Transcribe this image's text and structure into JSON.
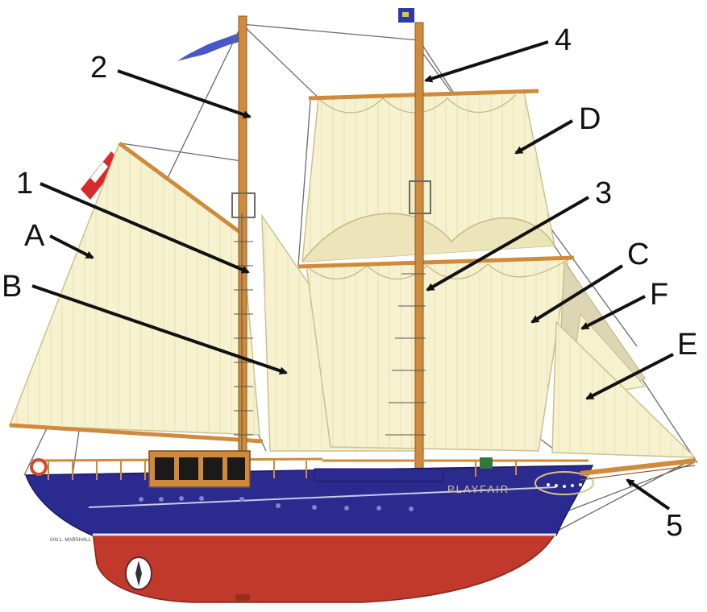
{
  "diagram": {
    "ship_name": "PLAYFAIR",
    "signature": "IAN L. MARSHALL",
    "colors": {
      "hull_top": "#2b2a8f",
      "hull_bottom": "#c0392b",
      "sail": "#f6f2cf",
      "spar": "#d08a3c",
      "rigging": "#6a6a6a",
      "arrow": "#111111"
    },
    "callouts": [
      {
        "id": "A",
        "label": "A"
      },
      {
        "id": "B",
        "label": "B"
      },
      {
        "id": "C",
        "label": "C"
      },
      {
        "id": "D",
        "label": "D"
      },
      {
        "id": "E",
        "label": "E"
      },
      {
        "id": "F",
        "label": "F"
      },
      {
        "id": "1",
        "label": "1"
      },
      {
        "id": "2",
        "label": "2"
      },
      {
        "id": "3",
        "label": "3"
      },
      {
        "id": "4",
        "label": "4"
      },
      {
        "id": "5",
        "label": "5"
      }
    ]
  }
}
